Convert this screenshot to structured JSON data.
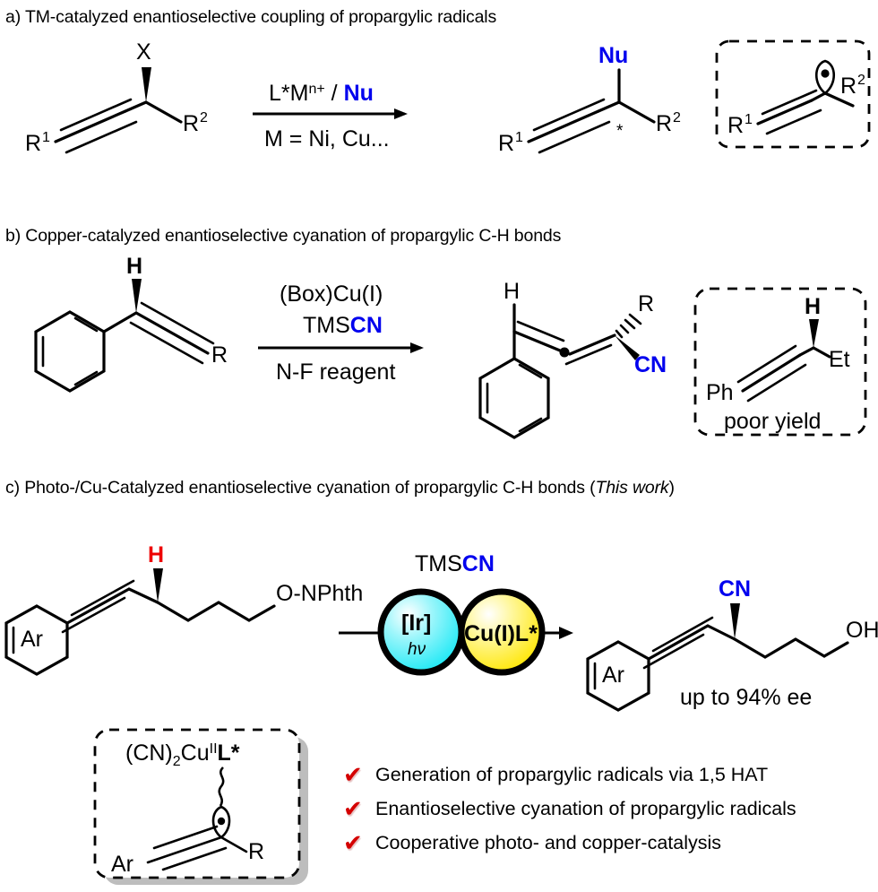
{
  "figure": {
    "title_a": "a) TM-catalyzed enantioselective coupling of propargylic radicals",
    "title_b": "b) Copper-catalyzed enantioselective cyanation of propargylic C-H bonds",
    "title_c_pre": "c) Photo-/Cu-Catalyzed enantioselective cyanation of propargylic C-H bonds (",
    "title_c_ital": "This work",
    "title_c_post": ")"
  },
  "colors": {
    "blue": "#0000EE",
    "red": "#EE0000",
    "cyan_circle": "#18E8F5",
    "yellow_circle": "#FFE600",
    "shadow_gray": "#BDBDBD",
    "black": "#000000"
  },
  "panel_a": {
    "substrate": {
      "label_X": "X",
      "label_R1": "R",
      "label_R1_sup": "1",
      "label_R2": "R",
      "label_R2_sup": "2"
    },
    "arrow": {
      "above_plain": "L*M",
      "above_sup": "n+",
      "above_slash": " / ",
      "above_highlight": "Nu",
      "below": "M = Ni, Cu..."
    },
    "product": {
      "label_Nu": "Nu",
      "label_star": "*",
      "label_R1": "R",
      "label_R1_sup": "1",
      "label_R2": "R",
      "label_R2_sup": "2"
    },
    "box": {
      "label_R1": "R",
      "label_R1_sup": "1",
      "label_R2": "R",
      "label_R2_sup": "2",
      "radical_icon": "radical-lobe-icon"
    }
  },
  "panel_b": {
    "substrate": {
      "label_H": "H",
      "label_R": "R",
      "ring": "phenyl-ring"
    },
    "arrow": {
      "above_line1": "(Box)Cu(I)",
      "above_line2_plain": "TMS",
      "above_line2_highlight": "CN",
      "below": "N-F reagent"
    },
    "product": {
      "label_H": "H",
      "label_R": "R",
      "label_CN": "CN",
      "allene_dot": "allene-center-dot"
    },
    "box": {
      "label_H": "H",
      "label_Et": "Et",
      "label_Ph": "Ph",
      "caption": "poor yield"
    }
  },
  "panel_c": {
    "substrate": {
      "label_Ar": "Ar",
      "label_H": "H",
      "label_ONPhth": "O-NPhth"
    },
    "reagent": {
      "plain": "TMS",
      "highlight": "CN"
    },
    "catalysts": [
      {
        "label": "[Ir]",
        "sub": "hν",
        "color": "#18E8F5",
        "name": "iridium-photocatalyst-circle"
      },
      {
        "label": "Cu(I)L*",
        "sub": "",
        "color": "#FFE600",
        "name": "copper-catalyst-circle"
      }
    ],
    "product": {
      "label_Ar": "Ar",
      "label_CN": "CN",
      "label_OH": "OH"
    },
    "ee_note": "up to 94% ee",
    "intermediate_box": {
      "formula_pre": "(CN)",
      "formula_sub": "2",
      "formula_mid": "Cu",
      "formula_sup": "II",
      "formula_post": "L*",
      "label_Ar": "Ar",
      "label_R": "R"
    },
    "highlights": [
      "Generation of propargylic radicals via 1,5 HAT",
      "Enantioselective cyanation of propargylic radicals",
      "Cooperative photo- and copper-catalysis"
    ],
    "check_icon": "✔"
  }
}
